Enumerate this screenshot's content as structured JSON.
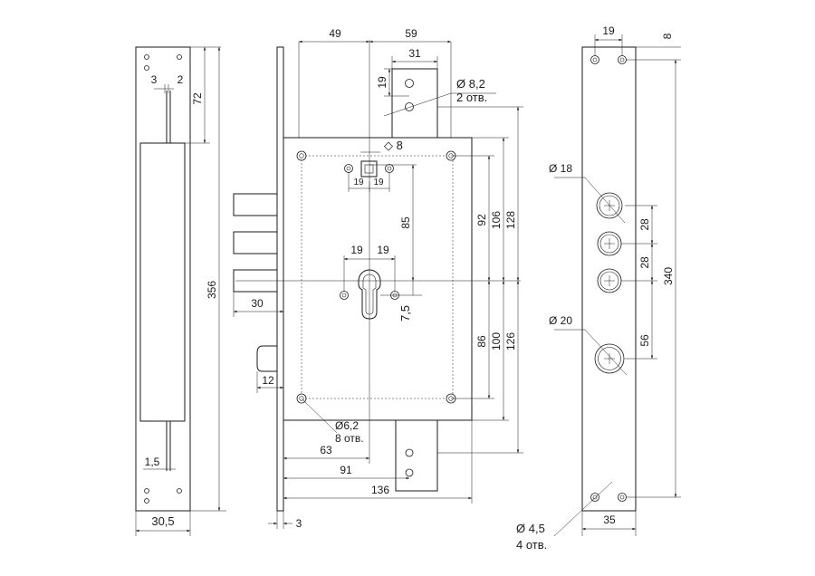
{
  "left_view": {
    "dims": {
      "pin_left": "3",
      "pin_right": "2",
      "top_offset": "72",
      "total_height": "356",
      "bottom_pin": "1,5",
      "width": "30,5"
    }
  },
  "front_view": {
    "dims": {
      "top_left": "49",
      "top_right": "59",
      "latch_width": "31",
      "latch_height": "19",
      "pin_hole_dia": "Ø 8,2",
      "pin_hole_count": "2 отв.",
      "square": "◇ 8",
      "square_spacing_left": "19",
      "square_spacing_right": "19",
      "key_spacing_left": "19",
      "key_spacing_right": "19",
      "spindle_to_key": "85",
      "key_offset": "7,5",
      "h_92": "92",
      "h_106": "106",
      "h_128": "128",
      "h_86": "86",
      "h_100": "100",
      "h_126": "126",
      "bolt_projection": "30",
      "latch_projection": "12",
      "screw_hole_dia": "Ø6,2",
      "screw_hole_count": "8 отв.",
      "backset": "63",
      "body_91": "91",
      "body_depth": "136",
      "faceplate_thickness": "3"
    }
  },
  "right_view": {
    "dims": {
      "top_hole_spacing": "19",
      "top_offset": "8",
      "bolt_hole_top_dia": "Ø 18",
      "gap_top": "28",
      "gap_mid": "28",
      "bolt_hole_bottom_dia": "Ø 20",
      "gap_bottom": "56",
      "total_height": "340",
      "mount_hole_dia": "Ø 4,5",
      "mount_hole_count": "4 отв.",
      "width": "35"
    }
  }
}
